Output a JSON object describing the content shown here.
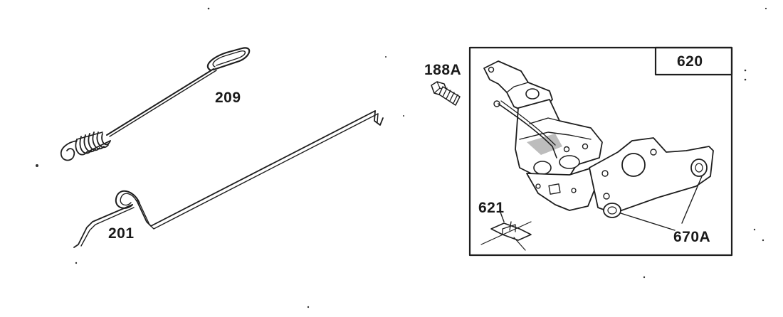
{
  "diagram": {
    "parts": [
      {
        "id": "spring",
        "label": "209"
      },
      {
        "id": "governor-link",
        "label": "201"
      },
      {
        "id": "screw",
        "label": "188A"
      },
      {
        "id": "control-bracket",
        "label": "620"
      },
      {
        "id": "clip",
        "label": "621"
      },
      {
        "id": "bracket-holes",
        "label": "670A"
      }
    ]
  }
}
